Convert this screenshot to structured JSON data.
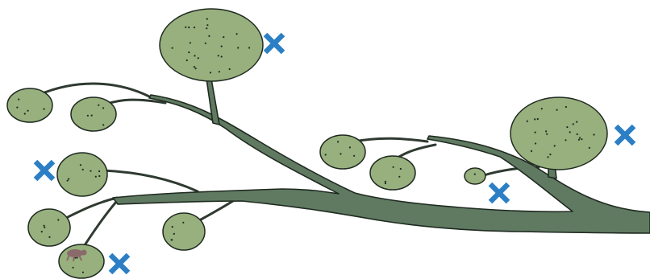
{
  "colors": {
    "background": "#ffffff",
    "branch": "#5f7a61",
    "outline": "#1f2a20",
    "leaf": "#97b07e",
    "marker": "#2c7fc4",
    "bug": "#8a6a6a"
  },
  "leaves": [
    {
      "id": "leaf-top-large",
      "marked": true
    },
    {
      "id": "leaf-left-upper-a",
      "marked": false
    },
    {
      "id": "leaf-left-upper-b",
      "marked": false
    },
    {
      "id": "leaf-left-middle",
      "marked": true
    },
    {
      "id": "leaf-left-lower-a",
      "marked": false
    },
    {
      "id": "leaf-left-lower-b",
      "marked": false
    },
    {
      "id": "leaf-left-bottom",
      "marked": true,
      "has_bug": true
    },
    {
      "id": "leaf-center-a",
      "marked": false
    },
    {
      "id": "leaf-center-b",
      "marked": false
    },
    {
      "id": "leaf-center-small",
      "marked": true
    },
    {
      "id": "leaf-right-large",
      "marked": true
    }
  ],
  "marker_icon": "x-mark-icon",
  "bug_icon": "bug-icon"
}
